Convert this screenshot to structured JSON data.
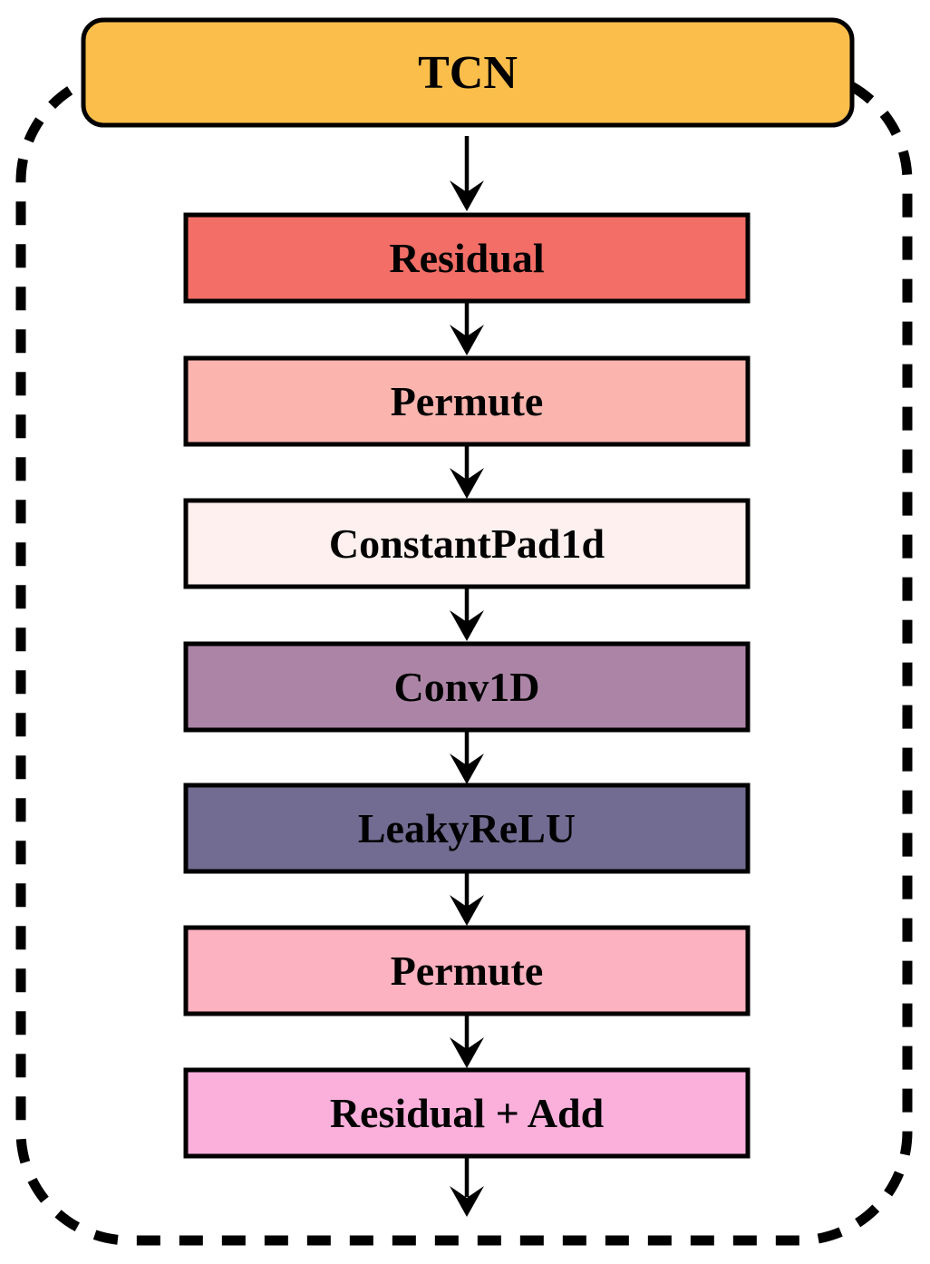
{
  "diagram": {
    "type": "flowchart",
    "orientation": "vertical",
    "module_name": "TCN",
    "module_boundary_style": "dashed-rounded-rectangle",
    "header": {
      "label": "TCN",
      "fill": "#FBBE4B",
      "stroke": "#000000",
      "shape": "rounded-rectangle"
    },
    "nodes": [
      {
        "id": "residual",
        "label": "Residual",
        "fill": "#F26E66",
        "stroke": "#000000",
        "shape": "rectangle"
      },
      {
        "id": "permute-1",
        "label": "Permute",
        "fill": "#FBB5AE",
        "stroke": "#000000",
        "shape": "rectangle"
      },
      {
        "id": "constantpad1d",
        "label": "ConstantPad1d",
        "fill": "#FDF0EE",
        "stroke": "#000000",
        "shape": "rectangle"
      },
      {
        "id": "conv1d",
        "label": "Conv1D",
        "fill": "#AC85A6",
        "stroke": "#000000",
        "shape": "rectangle"
      },
      {
        "id": "leakyrelu",
        "label": "LeakyReLU",
        "fill": "#736C92",
        "stroke": "#000000",
        "shape": "rectangle"
      },
      {
        "id": "permute-2",
        "label": "Permute",
        "fill": "#FCB2C0",
        "stroke": "#000000",
        "shape": "rectangle"
      },
      {
        "id": "residual-add",
        "label": "Residual + Add",
        "fill": "#FBB0DC",
        "stroke": "#000000",
        "shape": "rectangle"
      }
    ],
    "edges": [
      {
        "from": "TCN",
        "to": "residual",
        "arrow": "down"
      },
      {
        "from": "residual",
        "to": "permute-1",
        "arrow": "down"
      },
      {
        "from": "permute-1",
        "to": "constantpad1d",
        "arrow": "down"
      },
      {
        "from": "constantpad1d",
        "to": "conv1d",
        "arrow": "down"
      },
      {
        "from": "conv1d",
        "to": "leakyrelu",
        "arrow": "down"
      },
      {
        "from": "leakyrelu",
        "to": "permute-2",
        "arrow": "down"
      },
      {
        "from": "permute-2",
        "to": "residual-add",
        "arrow": "down"
      },
      {
        "from": "residual-add",
        "to": "output",
        "arrow": "down"
      }
    ],
    "colors": {
      "background": "#FFFFFF",
      "outline": "#000000",
      "text": "#000000"
    }
  }
}
